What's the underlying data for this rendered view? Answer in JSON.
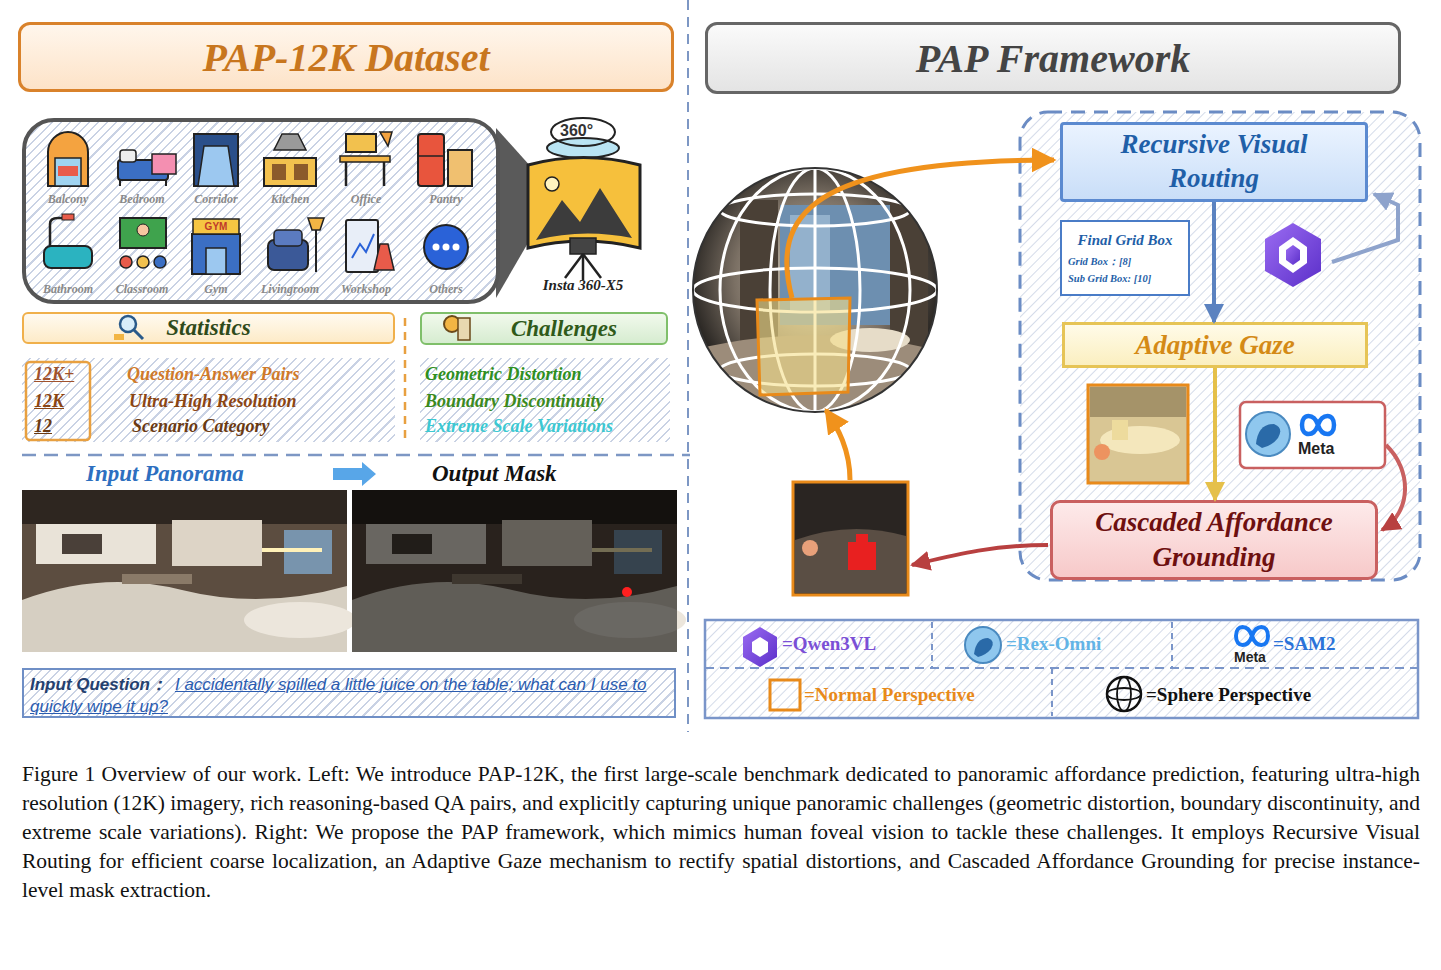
{
  "diagram": {
    "caption": "Figure 1 Overview of our work. Left: We introduce PAP-12K, the first large-scale benchmark dedicated to panoramic affordance prediction, featuring ultra-high resolution (12K) imagery, rich reasoning-based QA pairs, and explicitly capturing unique panoramic challenges (geometric distortion, boundary discontinuity, and extreme scale variations). Right: We propose the PAP framework, which mimics human foveal vision to tackle these challenges. It employs Recursive Visual Routing for efficient coarse localization, an Adaptive Gaze mechanism to rectify spatial distortions, and Cascaded Affordance Grounding for precise instance-level mask extraction.",
    "nodes": [
      {
        "text": [
          "PAP-12K Dataset"
        ]
      },
      {
        "text": [
          "Balcony",
          "Bedroom",
          "Corridor",
          "Kitchen",
          "Office",
          "Pantry",
          "Bathroom",
          "Classroom",
          "Gym",
          "Livingroom",
          "Workshop",
          "Others"
        ]
      },
      {
        "text": [
          "Statistics"
        ]
      },
      {
        "text": [
          "12K+",
          "Question-Answer Pairs",
          "12K",
          "Ultra-High Resolution",
          "12",
          "Scenario Category"
        ]
      },
      {
        "text": [
          "Challenges"
        ]
      },
      {
        "text": [
          "Geometric Distortion",
          "Boundary Discontinuity",
          "Extreme Scale Variations"
        ]
      },
      {
        "text": [
          "Input Question：",
          "I accidentally spilled a little juice on the table; what can I use to quickly wipe it up?"
        ]
      },
      {
        "text": [
          "PAP Framework"
        ]
      },
      {
        "text": [
          "Recursive Visual Routing"
        ]
      },
      {
        "text": [
          "Final Grid Box",
          "Grid Box：[8]",
          "Sub Grid Box: [10]"
        ]
      },
      {
        "text": [
          "Adaptive Gaze"
        ]
      },
      {
        "text": [
          "Cascaded Affordance Grounding"
        ]
      }
    ],
    "edges": [
      {
        "from": 8,
        "to": 10,
        "arrow": "to"
      },
      {
        "from": 10,
        "to": 11,
        "arrow": "to"
      }
    ],
    "labels": [
      "GYM",
      "360°",
      "Insta 360-X5",
      "Input Panorama",
      "Output Mask",
      "Meta",
      "Meta"
    ],
    "legend": [
      {
        "text": "=Qwen3VL"
      },
      {
        "text": "=Rex-Omni"
      },
      {
        "text": "=SAM2"
      },
      {
        "text": "=Normal Perspective"
      },
      {
        "text": "=Sphere Perspective"
      }
    ]
  }
}
